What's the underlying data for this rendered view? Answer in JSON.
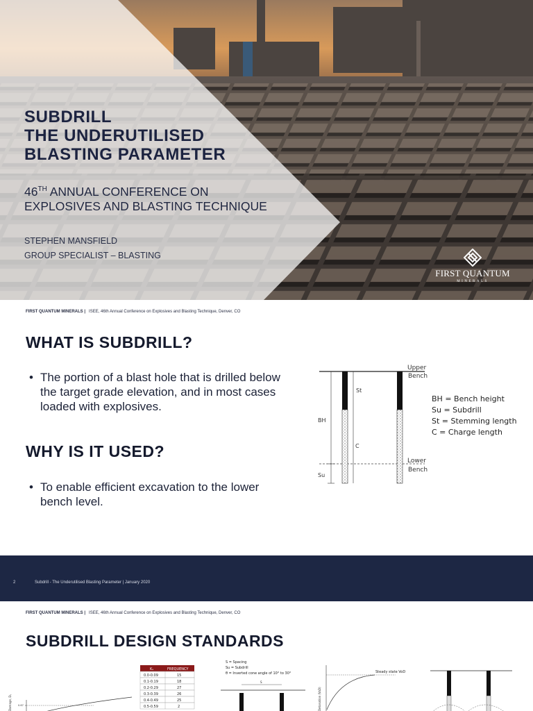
{
  "slide1": {
    "title_lines": [
      "SUBDRILL",
      "THE UNDERUTILISED",
      "BLASTING PARAMETER"
    ],
    "conference_number": "46",
    "conference_sup": "TH",
    "conference_line1_rest": "ANNUAL CONFERENCE ON",
    "conference_line2": "EXPLOSIVES AND BLASTING TECHNIQUE",
    "author": "STEPHEN MANSFIELD",
    "role": "GROUP SPECIALIST – BLASTING",
    "logo_name": "FIRST QUANTUM",
    "logo_sub": "MINERALS"
  },
  "slide2": {
    "header_company": "FIRST QUANTUM MINERALS |",
    "header_event": "ISEE, 46th Annual Conference on Explosives and Blasting Technique, Denver, CO",
    "heading1": "WHAT IS SUBDRILL?",
    "bullet_char": "•",
    "bullet1": "The portion of a blast hole that is drilled below the target grade elevation, and in most cases loaded with explosives.",
    "heading2": "WHY IS IT USED?",
    "bullet2": "To enable efficient excavation to the lower bench level.",
    "diagram": {
      "upper_bench": [
        "Upper",
        "Bench"
      ],
      "lower_bench": [
        "Lower",
        "Bench"
      ],
      "label_bh": "BH",
      "label_su": "Su",
      "label_st": "St",
      "label_c": "C",
      "legend": [
        "BH = Bench height",
        "Su  = Subdrill",
        "St   = Stemming length",
        "C    = Charge length"
      ]
    },
    "footer_page": "2",
    "footer_text": "Subdrill - The Underutilised Blasting Parameter  |  January 2020"
  },
  "slide3": {
    "header_company": "FIRST QUANTUM MINERALS |",
    "header_event": "ISEE, 46th Annual Conference on Explosives and Blasting Technique, Denver, CO",
    "heading": "SUBDRILL DESIGN STANDARDS",
    "table": {
      "col1": "Kₛ",
      "col2": "FREQUENCY",
      "rows": [
        [
          "0.0-0.09",
          "15"
        ],
        [
          "0.1-0.19",
          "18"
        ],
        [
          "0.2-0.29",
          "27"
        ],
        [
          "0.3-0.39",
          "26"
        ],
        [
          "0.4-0.49",
          "25"
        ],
        [
          "0.5-0.59",
          "2"
        ]
      ]
    },
    "legend_lines": [
      "S     = Spacing",
      "Su   = Subdrill",
      "θ     = Inverted cone angle of 10° to 30°"
    ],
    "label_s": "S",
    "vod_label": "Steady state VoD",
    "vod_axis": "Detonation (VoD)",
    "left_axis": "Damage, Dᵧ",
    "left_tick": "0.67"
  }
}
